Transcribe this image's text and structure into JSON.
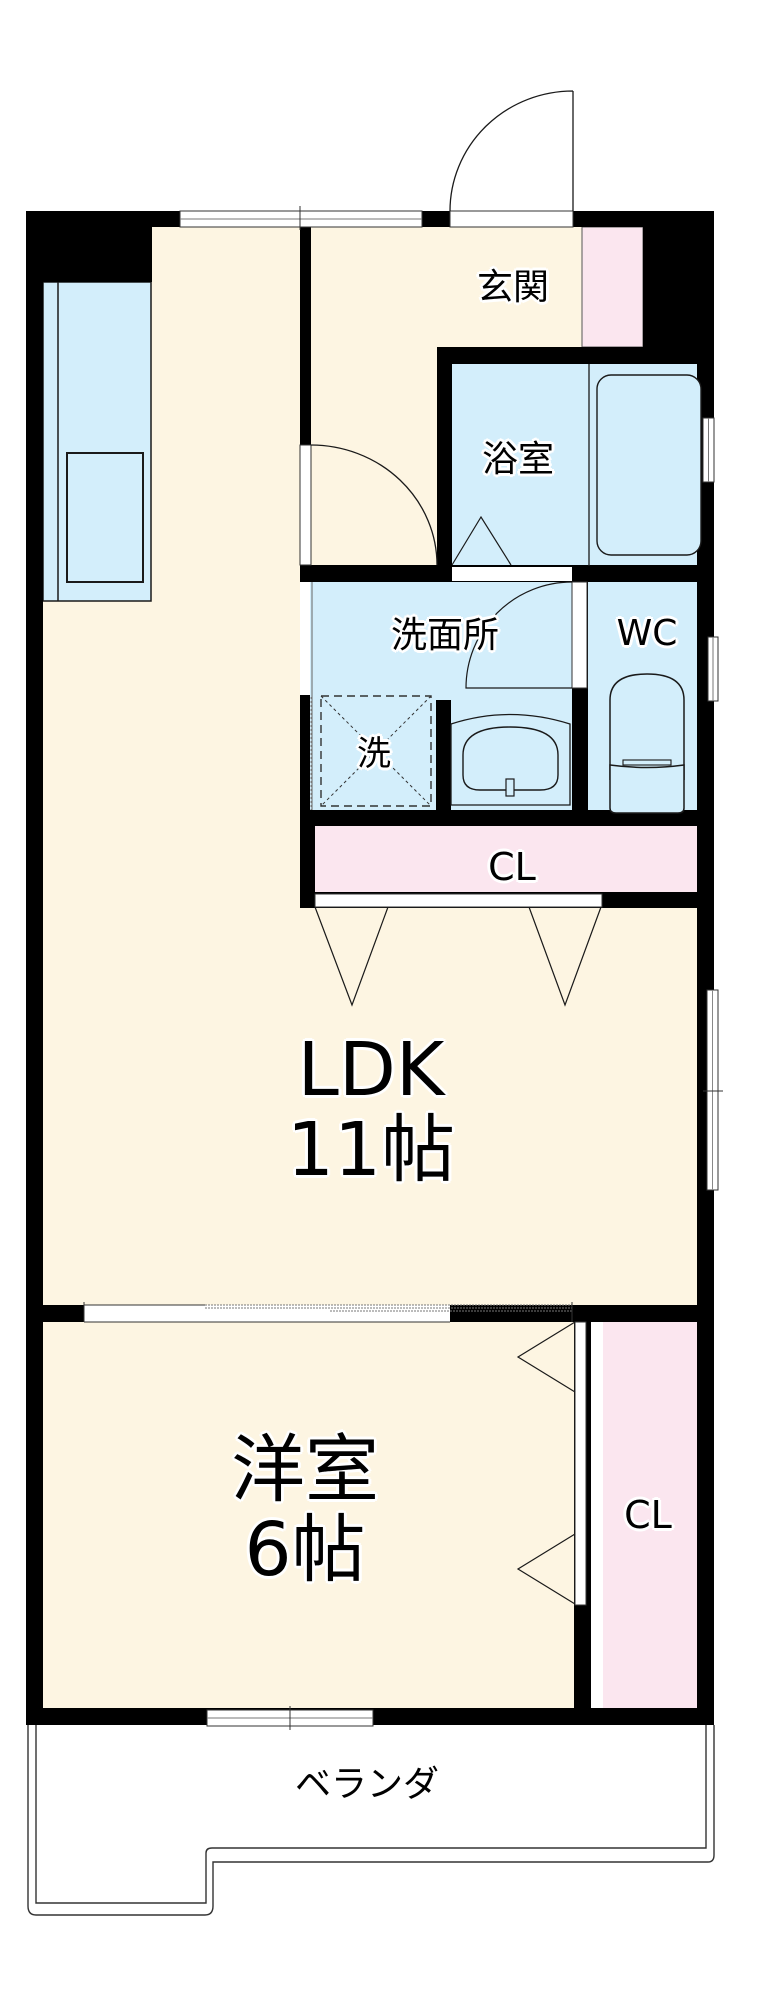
{
  "floor_plan": {
    "layout_type": "1LDK",
    "colors": {
      "wall": "#000000",
      "living_floor": "#fdf5e2",
      "wet_area": "#d3eefb",
      "closet": "#fbe6ef",
      "balcony": "#ffffff",
      "fixture_line": "#1a1a1a"
    },
    "rooms": {
      "genkan": {
        "label": "玄関"
      },
      "bath": {
        "label": "浴室"
      },
      "washroom": {
        "label": "洗面所"
      },
      "washer": {
        "label": "洗"
      },
      "wc": {
        "label": "WC"
      },
      "closet_hall": {
        "label": "CL"
      },
      "ldk": {
        "label": "LDK",
        "size": "11帖"
      },
      "western_room": {
        "label": "洋室",
        "size": "6帖"
      },
      "closet_western": {
        "label": "CL"
      },
      "balcony": {
        "label": "ベランダ"
      }
    },
    "fixtures": [
      {
        "name": "kitchen-counter",
        "room": "ldk"
      },
      {
        "name": "sink",
        "room": "ldk"
      },
      {
        "name": "bathtub",
        "room": "bath"
      },
      {
        "name": "washbasin",
        "room": "washroom"
      },
      {
        "name": "washing-machine-space",
        "room": "washroom"
      },
      {
        "name": "toilet",
        "room": "wc"
      }
    ]
  }
}
